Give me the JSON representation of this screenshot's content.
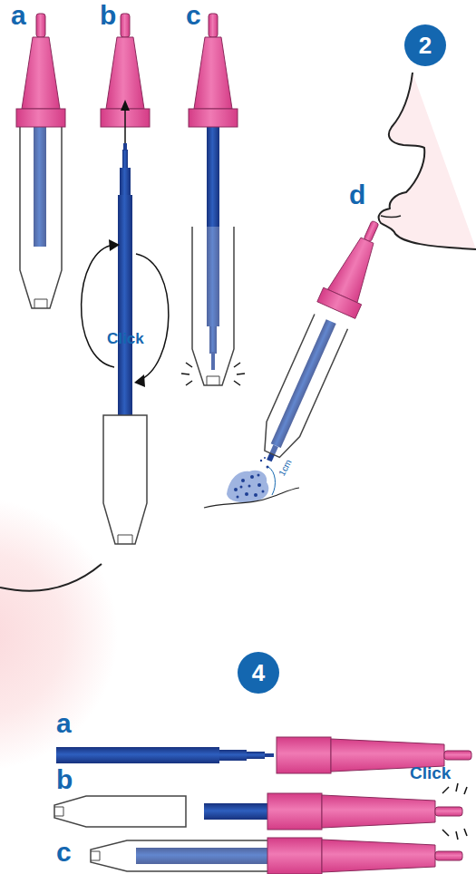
{
  "diagram": {
    "nodes": [
      {
        "text": [
          "2"
        ]
      },
      {
        "text": [
          "4"
        ]
      }
    ],
    "labels": [
      "a",
      "b",
      "c",
      "d",
      "Click",
      "1cm",
      "a",
      "b",
      "Click",
      "c"
    ]
  }
}
